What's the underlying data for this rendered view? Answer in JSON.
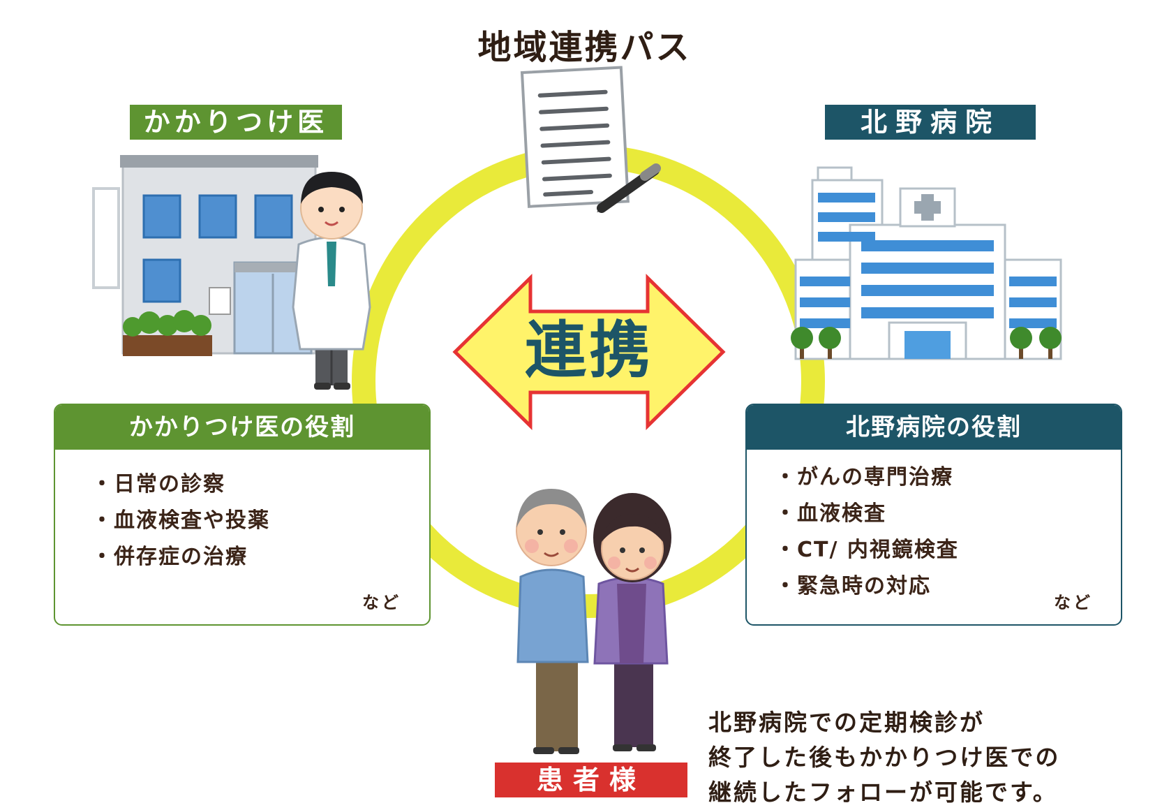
{
  "title": "地域連携パス",
  "center_label": "連携",
  "clinic": {
    "tag": "かかりつけ医",
    "role_title": "かかりつけ医の役割",
    "roles": [
      "日常の診察",
      "血液検査や投薬",
      "併存症の治療"
    ],
    "etc": "など"
  },
  "hospital": {
    "tag": "北野病院",
    "role_title": "北野病院の役割",
    "roles": [
      "がんの専門治療",
      "血液検査",
      "CT/ 内視鏡検査",
      "緊急時の対応"
    ],
    "etc": "など"
  },
  "patient": {
    "tag": "患者様"
  },
  "note": {
    "lines": [
      "北野病院での定期検診が",
      "終了した後もかかりつけ医での",
      "継続したフォローが可能です。"
    ]
  },
  "colors": {
    "clinic_green": "#5e9431",
    "hospital_teal": "#1d5567",
    "patient_red": "#d9312e",
    "circle_yellow": "#e9ea3a",
    "arrow_yellow": "#fff36a",
    "arrow_outline": "#e63333",
    "text_dark": "#2f1e14"
  },
  "icons": [
    "document-icon",
    "pen-icon",
    "clinic-building-icon",
    "doctor-icon",
    "hospital-building-icon",
    "elderly-couple-icon",
    "double-arrow-icon"
  ]
}
